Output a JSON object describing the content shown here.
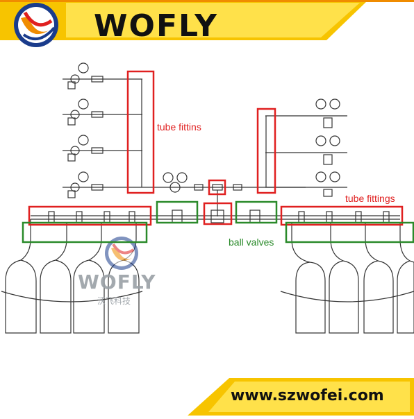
{
  "brand": {
    "name": "WOFLY",
    "watermark_name": "WOFLY",
    "watermark_cn": "沃飞科技"
  },
  "labels": {
    "tube_fittins": "tube fittins",
    "tube_fittings": "tube fittings",
    "ball_valves": "ball valves"
  },
  "website": "www.szwofei.com",
  "colors": {
    "highlight_red": "#e02020",
    "highlight_green": "#2a8a2a",
    "banner_yellow": "#f7c400",
    "banner_orange": "#f08c00",
    "logo_blue": "#1a3c8c",
    "line": "#333333"
  },
  "cylinders": {
    "left_count": 4,
    "right_count": 4
  }
}
